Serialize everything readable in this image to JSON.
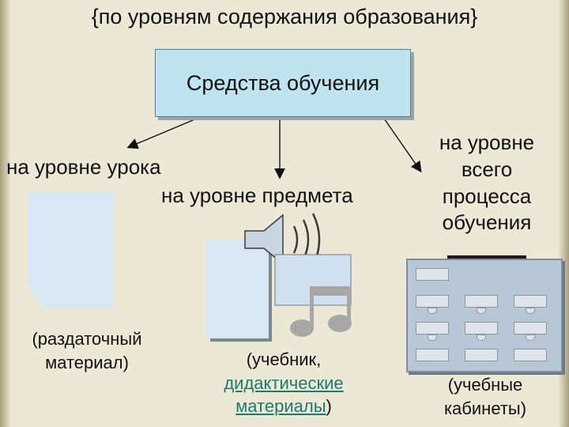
{
  "title": "{по уровням содержания образования}",
  "root": {
    "label": "Средства обучения"
  },
  "branches": {
    "lesson": {
      "label": "на уровне урока",
      "caption_line1": "(раздаточный",
      "caption_line2": "материал)"
    },
    "subject": {
      "label": "на уровне предмета",
      "caption_open": "(учебник,",
      "caption_link1": "дидактические",
      "caption_link2": "материалы",
      "caption_close": ")"
    },
    "process": {
      "label_line1": "на уровне",
      "label_line2": "всего",
      "label_line3": "процесса",
      "label_line4": "обучения",
      "caption_line1": "(учебные",
      "caption_line2": "кабинеты)"
    }
  },
  "colors": {
    "box_fill": "#bfe3ef",
    "card_fill": "#d7e7f4",
    "background": "#ece8d6",
    "link": "#1c7a6e"
  },
  "icons": [
    "speaker-icon",
    "music-note-icon",
    "classroom-icon"
  ]
}
